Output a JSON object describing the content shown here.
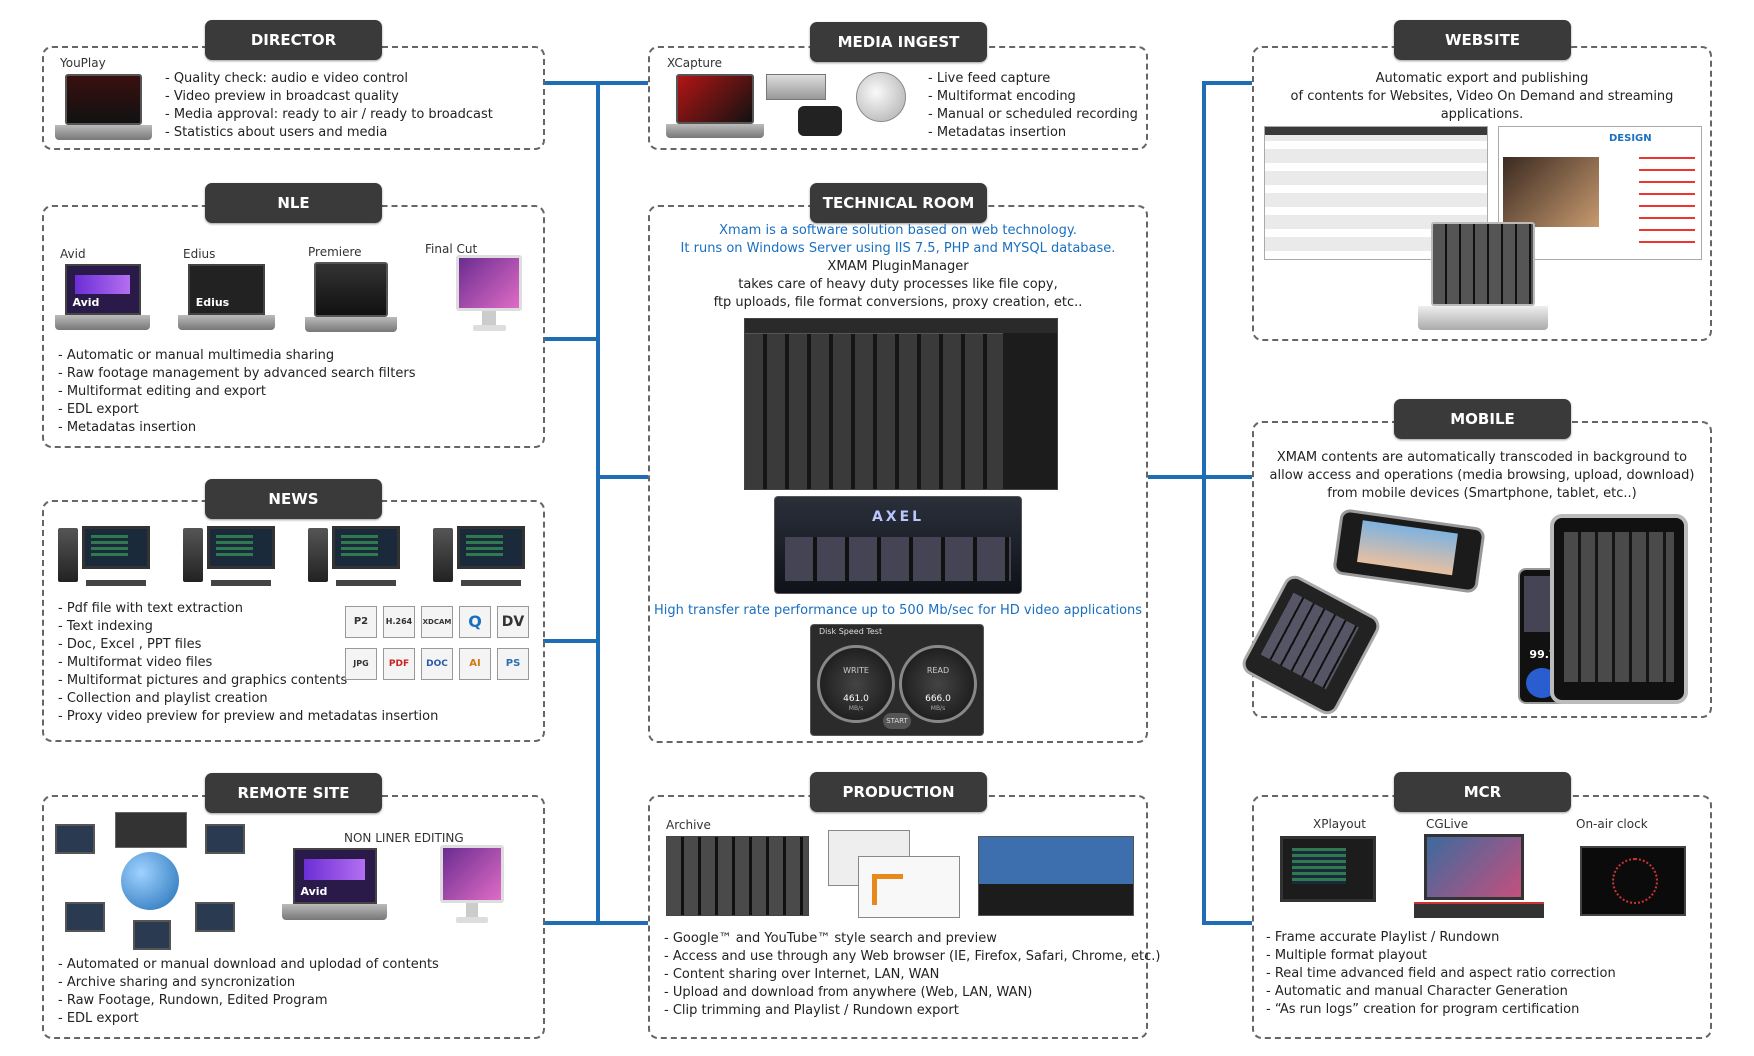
{
  "connector_color": "#1f6db5",
  "tab_color": "#3a3a3a",
  "director": {
    "title": "DIRECTOR",
    "caption": "YouPlay",
    "bullets": [
      "Quality check: audio e video control",
      "Video preview in broadcast quality",
      "Media approval: ready to air / ready to broadcast",
      "Statistics about users and media"
    ]
  },
  "nle": {
    "title": "NLE",
    "apps": [
      "Avid",
      "Edius",
      "Premiere",
      "Final Cut"
    ],
    "screen_labels": [
      "Avid",
      "Edius"
    ],
    "bullets": [
      "Automatic or manual multimedia sharing",
      "Raw footage management by advanced search filters",
      "Multiformat editing and export",
      "EDL export",
      "Metadatas insertion"
    ]
  },
  "news": {
    "title": "NEWS",
    "bullets": [
      "Pdf file with text extraction",
      "Text indexing",
      "Doc, Excel , PPT files",
      "Multiformat video files",
      "Multiformat pictures and graphics contents",
      "Collection and playlist creation",
      "Proxy video preview for preview and metadatas insertion"
    ],
    "format_logos": [
      "P2",
      "H.264",
      "XDCAM",
      "Q",
      "DV",
      "JPG",
      "PDF",
      "DOC",
      "AI",
      "PS"
    ]
  },
  "remote_site": {
    "title": "REMOTE SITE",
    "caption": "NON LINER EDITING",
    "screen_label": "Avid",
    "bullets": [
      "Automated or manual download and uplodad of contents",
      "Archive sharing and syncronization",
      "Raw Footage, Rundown, Edited Program",
      "EDL export"
    ]
  },
  "media_ingest": {
    "title": "MEDIA INGEST",
    "caption": "XCapture",
    "bullets": [
      "Live feed capture",
      "Multiformat encoding",
      "Manual or scheduled recording",
      "Metadatas insertion"
    ]
  },
  "technical_room": {
    "title": "TECHNICAL ROOM",
    "blue_lines": [
      "Xmam is a software solution based on web technology.",
      "It runs on Windows Server using IIS 7.5, PHP and MYSQL database."
    ],
    "lines": [
      "XMAM PluginManager",
      "takes care of heavy duty processes like file copy,",
      "ftp uploads, file format conversions, proxy creation, etc.."
    ],
    "server_label": "AXEL",
    "transfer_note": "High transfer rate performance up to 500 Mb/sec for HD video applications",
    "speedtest": {
      "title": "Disk Speed Test",
      "write_label": "WRITE",
      "write_value": "461.0",
      "read_label": "READ",
      "read_value": "666.0",
      "unit": "MB/s",
      "start_label": "START"
    }
  },
  "production": {
    "title": "PRODUCTION",
    "caption": "Archive",
    "bullets": [
      "Google™ and YouTube™ style search and preview",
      "Access and use through any Web browser (IE, Firefox, Safari, Chrome, etc.)",
      "Content sharing over Internet, LAN, WAN",
      "Upload and download from anywhere (Web, LAN, WAN)",
      "Clip trimming and Playlist / Rundown export"
    ]
  },
  "website": {
    "title": "WEBSITE",
    "lines": [
      "Automatic export and publishing",
      "of contents for Websites, Video On Demand and streaming applications."
    ],
    "design_label": "DESIGN"
  },
  "mobile": {
    "title": "MOBILE",
    "lines": [
      "XMAM contents are automatically transcoded in background to",
      "allow access and operations (media browsing, upload, download)",
      "from mobile devices (Smartphone, tablet, etc..)"
    ],
    "ipod_value": "99.7"
  },
  "mcr": {
    "title": "MCR",
    "apps": [
      "XPlayout",
      "CGLive",
      "On-air clock"
    ],
    "bullets": [
      "Frame accurate Playlist / Rundown",
      "Multiple format playout",
      "Real time advanced field and aspect ratio correction",
      "Automatic and manual Character Generation",
      "“As run logs” creation for program certification"
    ]
  }
}
